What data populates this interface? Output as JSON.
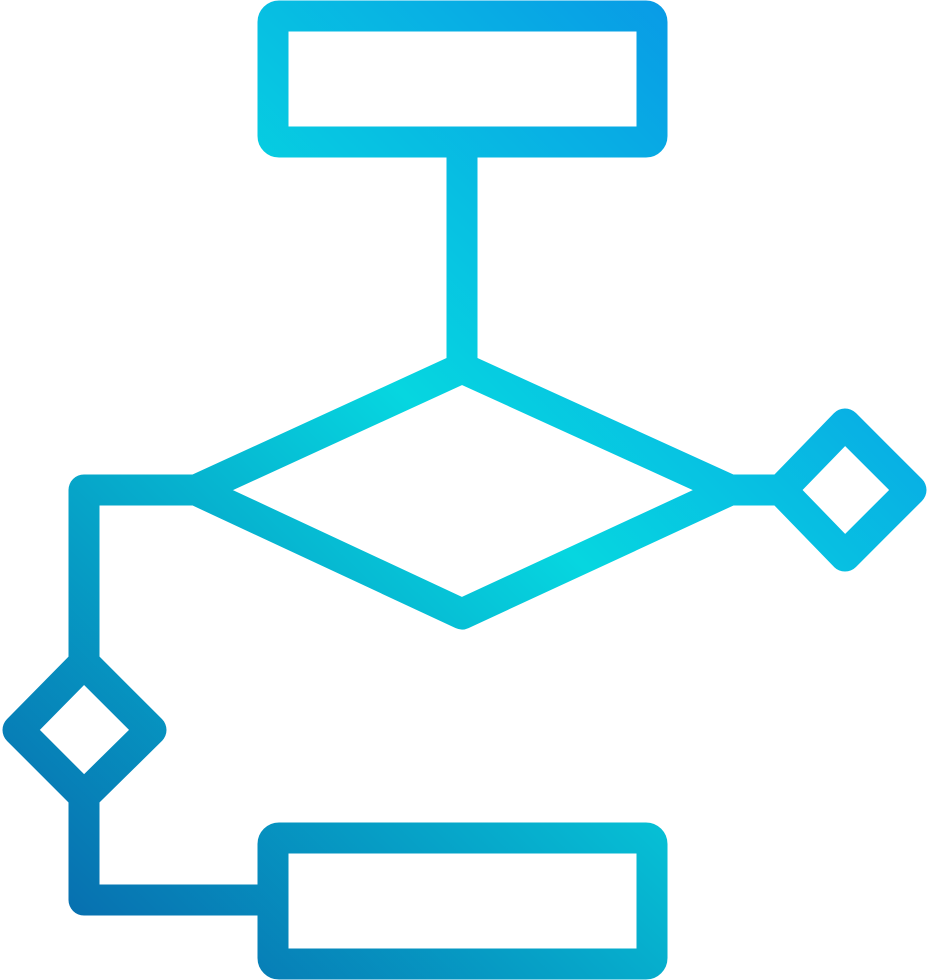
{
  "icon": {
    "name": "flowchart-icon",
    "style": "gradient-outline"
  },
  "colors": {
    "background": "#ffffff",
    "gradient_top_right": "#0a84e8",
    "gradient_mid": "#06d6e0",
    "gradient_bottom_left": "#0760a8"
  },
  "shapes": {
    "top_process_box": "rectangle",
    "center_decision": "diamond",
    "right_decision": "diamond",
    "left_decision": "diamond",
    "bottom_process_box": "rectangle"
  }
}
